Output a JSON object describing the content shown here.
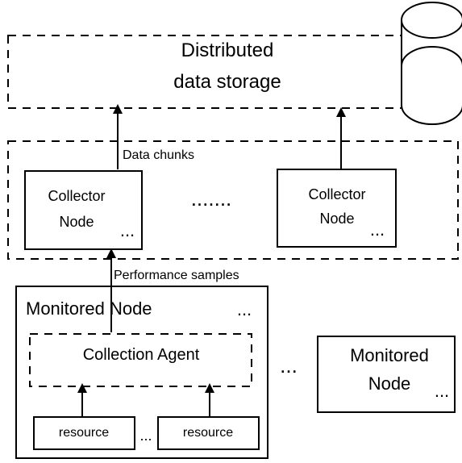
{
  "storage": {
    "line1": "Distributed",
    "line2": "data storage"
  },
  "collector_layer": {
    "edge_label": "Data chunks",
    "node1": {
      "line1": "Collector",
      "line2": "Node",
      "ellipsis": "..."
    },
    "between_ellipsis": ".......",
    "node2": {
      "line1": "Collector",
      "line2": "Node",
      "ellipsis": "..."
    }
  },
  "samples_edge_label": "Performance samples",
  "monitored_node": {
    "title": "Monitored Node",
    "ellipsis": "...",
    "agent": "Collection Agent",
    "resource1": "resource",
    "resource_ellipsis": "...",
    "resource2": "resource"
  },
  "between_nodes_ellipsis": "...",
  "monitored_node2": {
    "line1": "Monitored",
    "line2": "Node",
    "ellipsis": "..."
  }
}
